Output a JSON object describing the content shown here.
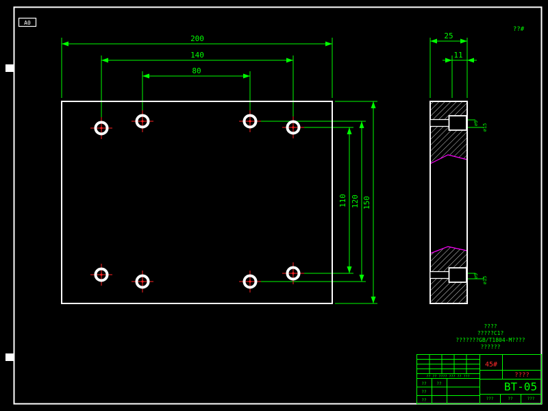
{
  "sheet": {
    "size_label": "A0",
    "top_right_note": "??#"
  },
  "front_view": {
    "dim_width_outer": "200",
    "dim_width_mid": "140",
    "dim_width_inner": "80",
    "dim_height_inner": "110",
    "dim_height_mid": "120",
    "dim_height_outer": "150"
  },
  "side_view": {
    "dim_thickness": "25",
    "dim_step": "11",
    "hole_top_small": "⌀9",
    "hole_top_large": "⌀15",
    "hole_bottom_small": "⌀9",
    "hole_bottom_large": "⌀15"
  },
  "notes": {
    "line1": "????",
    "line2": "?????C1?",
    "line3": "???????GB/T1804-M????",
    "line4": "??????"
  },
  "title_block": {
    "material": "45#",
    "organization": "????",
    "drawing_no": "BT-05",
    "revision_header": "?? ?? ???? ??? ?? ???",
    "role_1": "??",
    "role_2": "??",
    "role_3": "??",
    "role_4": "??",
    "footer_left": "???",
    "footer_mid": "??",
    "footer_right": "???"
  },
  "colors": {
    "dimension_green": "#00ff00",
    "outline_white": "#ffffff",
    "center_red": "#ff2222",
    "break_magenta": "#ff00ff",
    "highlight_red": "#ff2a2a",
    "background": "#000000"
  }
}
